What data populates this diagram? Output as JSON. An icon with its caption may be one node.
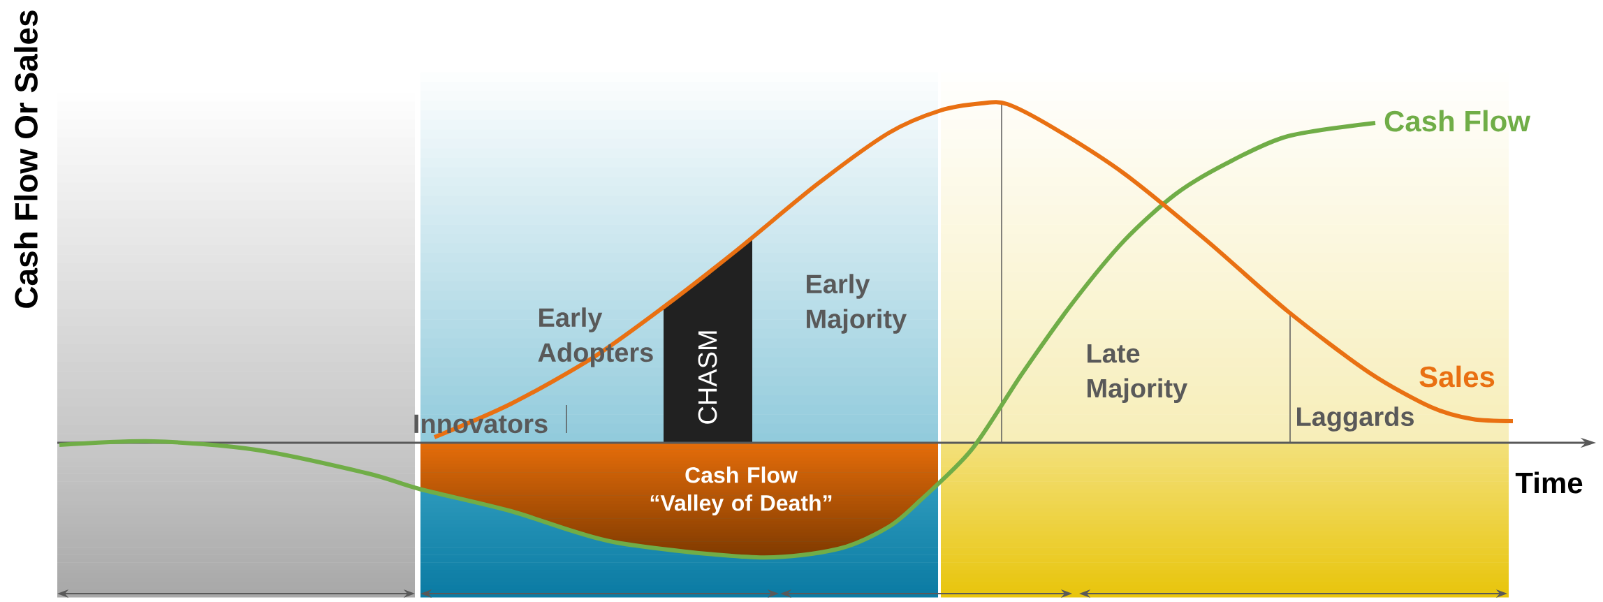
{
  "diagram": {
    "nodes": [
      {
        "text": [
          "CHASM"
        ]
      },
      {
        "text": [
          "Cash Flow “Valley of Death”"
        ]
      }
    ],
    "labels": [
      "Cash Flow Or Sales",
      "Cash Flow",
      "Early Majority",
      "Early Adopters",
      "Late Majority",
      "Sales",
      "Innovators",
      "Laggards",
      "Time"
    ]
  }
}
